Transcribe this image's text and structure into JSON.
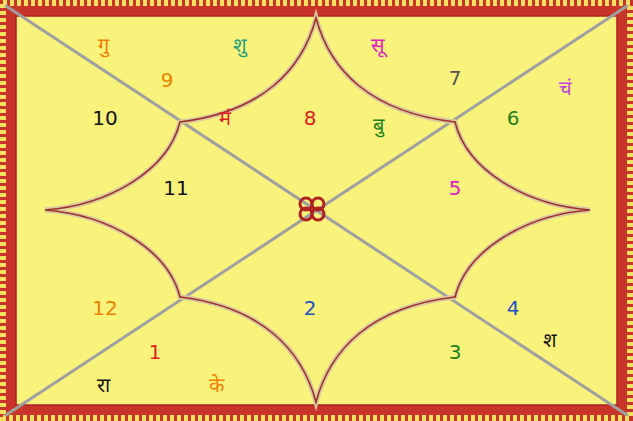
{
  "diagram": {
    "labels": [
      "गु",
      "शु",
      "सू",
      "9",
      "7",
      "चं",
      "10",
      "मं",
      "8",
      "बु",
      "6",
      "11",
      "5",
      "12",
      "2",
      "4",
      "1",
      "श",
      "3",
      "रा",
      "के"
    ]
  }
}
